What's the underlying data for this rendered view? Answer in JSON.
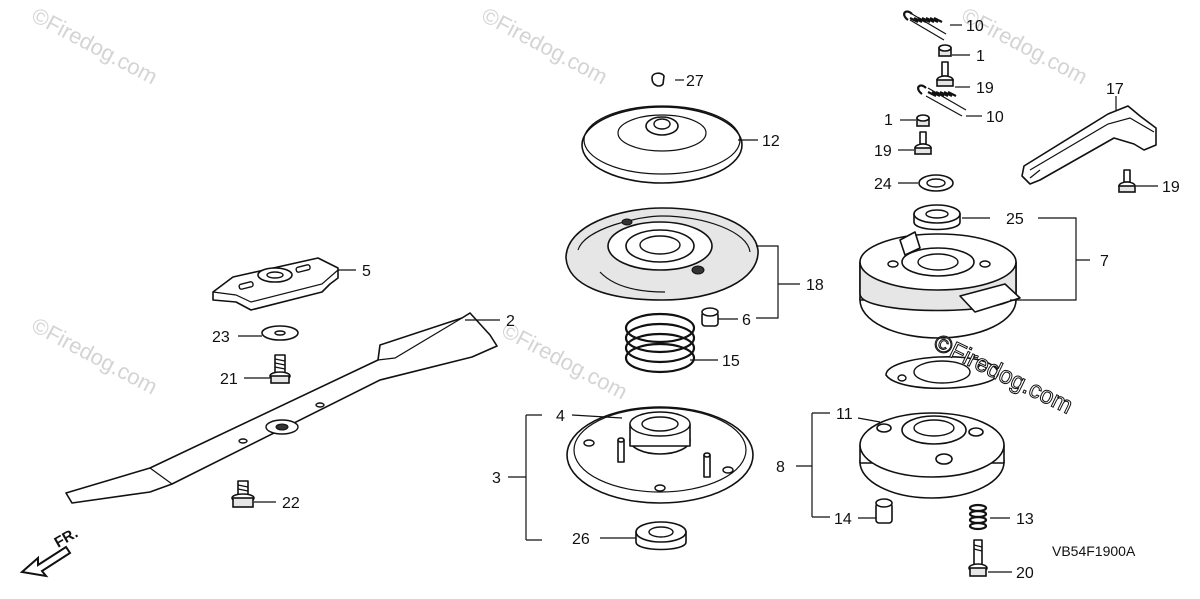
{
  "diagram": {
    "code": "VB54F1900A",
    "direction": "FR.",
    "watermark": "©Firedog.com",
    "watermark_big": "©Firedog.com",
    "labels": {
      "p1a": "1",
      "p1b": "1",
      "p2": "2",
      "p3": "3",
      "p4": "4",
      "p5": "5",
      "p6": "6",
      "p7": "7",
      "p8": "8",
      "p10a": "10",
      "p10b": "10",
      "p11": "11",
      "p12": "12",
      "p13": "13",
      "p14": "14",
      "p15": "15",
      "p17": "17",
      "p18": "18",
      "p19a": "19",
      "p19b": "19",
      "p19c": "19",
      "p20": "20",
      "p21": "21",
      "p22": "22",
      "p23": "23",
      "p24": "24",
      "p25": "25",
      "p26": "26",
      "p27": "27"
    }
  }
}
